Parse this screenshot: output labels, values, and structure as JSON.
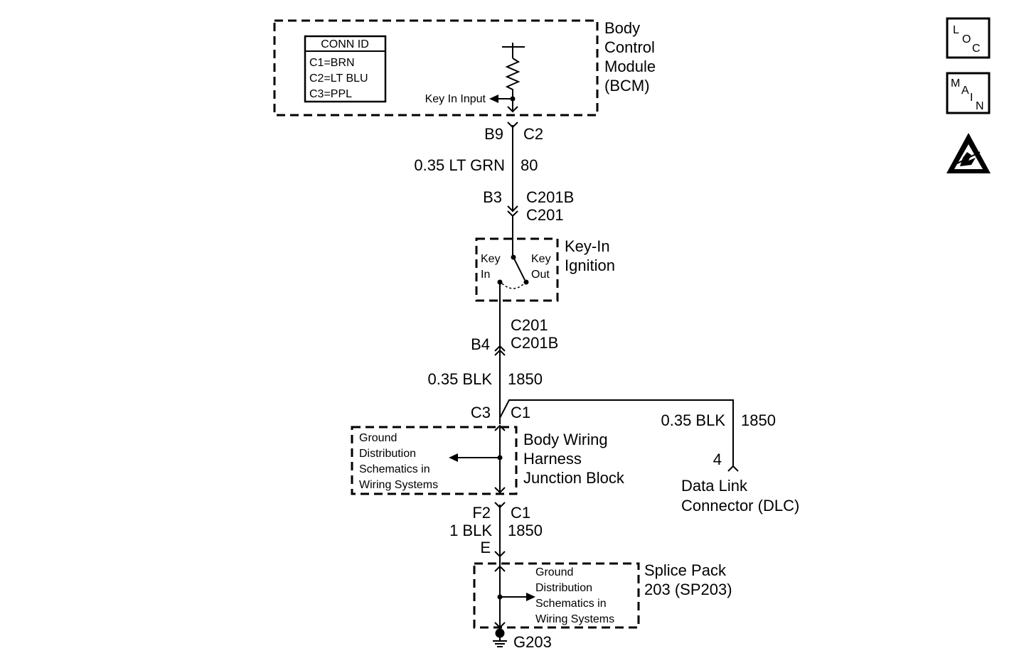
{
  "bcm": {
    "name_lines": [
      "Body",
      "Control",
      "Module",
      "(BCM)"
    ],
    "conn_id": {
      "title": "CONN ID",
      "rows": [
        "C1=BRN",
        "C2=LT BLU",
        "C3=PPL"
      ]
    },
    "key_in_input": "Key In Input"
  },
  "wire1": {
    "pin_top": "B9",
    "conn_top": "C2",
    "gauge_color": "0.35 LT GRN",
    "circuit": "80",
    "pin_bottom": "B3",
    "conn_bottom_1": "C201B",
    "conn_bottom_2": "C201"
  },
  "switch": {
    "name_lines": [
      "Key-In",
      "Ignition"
    ],
    "key_in_lines": [
      "Key",
      "In"
    ],
    "key_out_lines": [
      "Key",
      "Out"
    ]
  },
  "wire2": {
    "conn_top_1": "C201",
    "conn_top_2": "C201B",
    "pin_top": "B4",
    "gauge_color": "0.35 BLK",
    "circuit": "1850",
    "pin_bottom": "C3",
    "conn_bottom": "C1"
  },
  "dlc_wire": {
    "gauge_color": "0.35 BLK",
    "circuit": "1850",
    "pin": "4",
    "name_lines": [
      "Data Link",
      "Connector (DLC)"
    ]
  },
  "junction_block": {
    "name_lines": [
      "Body Wiring",
      "Harness",
      "Junction Block"
    ],
    "ref_lines": [
      "Ground",
      "Distribution",
      "Schematics in",
      "Wiring Systems"
    ]
  },
  "wire3": {
    "pin_top": "F2",
    "conn_top": "C1",
    "gauge_color": "1 BLK",
    "circuit": "1850",
    "pin_bottom": "E"
  },
  "splice_pack": {
    "name_lines": [
      "Splice Pack",
      "203 (SP203)"
    ],
    "ref_lines": [
      "Ground",
      "Distribution",
      "Schematics in",
      "Wiring Systems"
    ]
  },
  "ground": {
    "label": "G203"
  },
  "side_icons": {
    "loc_letters": [
      "L",
      "O",
      "C"
    ],
    "main_letters": [
      "M",
      "A",
      "I",
      "N"
    ],
    "esd_icon": "esd-warning-icon"
  }
}
